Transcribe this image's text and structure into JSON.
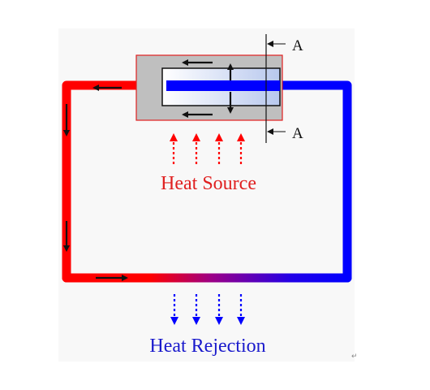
{
  "diagram": {
    "heat_source_label": "Heat Source",
    "heat_rejection_label": "Heat Rejection",
    "section_label_top": "A",
    "section_label_bottom": "A",
    "corner_mark": "↵",
    "colors": {
      "hot": "#ff0000",
      "cold": "#0000ff",
      "mid": "#7a0099",
      "housing_fill": "#bfbfbf",
      "housing_border": "#e02020",
      "arrow": "#111111",
      "source_text": "#e02020",
      "rejection_text": "#1a1acc",
      "panel_bg": "#f7f7f7"
    }
  }
}
